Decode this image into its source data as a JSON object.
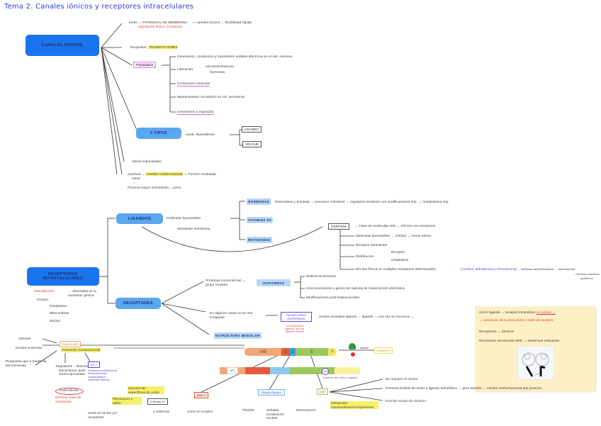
{
  "title": "Tema 2. Canales iónicos y receptores intracelulares",
  "canales": {
    "node": "CANALES IÓNICOS",
    "iones": "Iones → POTENCIAL DE MEMBRANA",
    "iones_arrow": "canales iónicos → flexibilidad rápida",
    "iones_red": "(transporte iónico, constante)",
    "requisitos_label": "Requisitos:",
    "requisitos_hl": "TRÁNSITO IONES",
    "polipeptidos": "Polipéptidos",
    "poli_items": [
      "Generación, conducción y transmisión señales eléctricas en el sist. nervioso",
      "Liberación",
      "neurotransmisores",
      "hormonas",
      "Contracción muscular",
      "Mantenimiento circulación en cél. secretoras",
      "Crecimiento y migración"
    ],
    "tipos_node": "3 TIPOS",
    "tipos_arrow": "canal. dependiente",
    "tipos_boxes": [
      "LIGANDO",
      "VOLTAJE"
    ],
    "varias": "Varias subunidades",
    "apertura": "Apertura",
    "apertura_hl": "Cambio conformacional",
    "apertura_rest": "— Función modulada",
    "apertura_sub1": "canal",
    "apertura_sub2": "↓",
    "apertura_sub3": "Provoca mayor movimiento →iones"
  },
  "ligandos": {
    "node": "LIGANDOS",
    "mol": "moléculas liposolubles",
    "mol_sub": "atraviesan membrana",
    "types": [
      "HORMONAS",
      "VITAMINA D3",
      "RETINOIDES"
    ],
    "hormonas_text": "Esteroideas y tiroideas → precursor colesterol → regulados mediante con modificaciones imp. → metabolismo imp.",
    "cortisol_box": "CORTISOL",
    "cortisol_text": "→ Clase de moléculas más → efectos con receptores",
    "cortisol_items": [
      "Moléculas liposolubles → cortisol → menor efecto",
      "Receptor intracelular",
      "Distribución",
      "Receptor",
      "Citoplasma",
      "Efectos físicos en múltiples receptores determinados"
    ],
    "cortisol_purple": "(Cortisol, aldosterona y testosterona)",
    "cortisol_tail": "→ distintas especificidades → transcripción",
    "cortisol_tail_sub": "↓ diversos procesos genéticos"
  },
  "receptores": {
    "node": "RECEPTORES INTRACELULARES",
    "red": "Transducción",
    "red_sub": "→ diversidad en la expresión génica",
    "grupos": "Grupos:",
    "grupo_items": [
      "Citoplasma",
      "Mitocondrias",
      "Núcleo"
    ],
    "sub_node": "RECEPTORES",
    "ramas": [
      "Proteínas monoméricas → grupo receptor",
      "En algunos casos no se une el ligando",
      "ESTRUCTURA MODULAR"
    ],
    "isoformas": "ISOFORMAS",
    "isoformas_items": [
      "Distinta localización",
      "Usos promotores o genes del splicing de transcripción alternativo",
      "Modificaciones post-traduccionales"
    ],
    "huerfanos_box": "RECEPTORES HUÉRFANOS",
    "huerfanos_red": "no conocemos ligando, aún así ejercen función",
    "huerfanos_text": "Unidos activados ligando → ligando → una vez se reconoce →"
  },
  "note": {
    "line1": "Unión ligando → receptor intracelular",
    "line1_red": "en núcleo →",
    "line2": "→ activación de la estructura y unión de receptor",
    "line3": "Receptores → dímeros",
    "line4": "Reconocen secuencias HRE → elementos respuesta"
  },
  "modular": {
    "segments": [
      "A/B",
      "C",
      "D",
      "E",
      "F"
    ],
    "colors": [
      "#f3a775",
      "#e65a3d",
      "#35a5e8",
      "#9cc85d",
      "#f7e36b"
    ],
    "af1": "AF1",
    "af2": "AF2",
    "ligand_label": "ligando",
    "dominio_f": "Dominio F",
    "dominio_ab": "Dominio A/B",
    "transcripcional": "Activación transcripcional",
    "left_notes": [
      "Variante",
      "Unidad molecular",
      "Respuesta que a través de las hormonas",
      "Regulación ↓ diversos mecanismos post-transcripcionales",
      "Fosforilación",
      "Dominio clave de receptores"
    ],
    "af1_box": "AF-1",
    "af1_purple": "Presenta reclutamiento transcripcional coactivadores ↓ expresión génica",
    "dominio_c_box": "Dom C",
    "dominio_c_hl": "Secuencias específicas de unión",
    "bisagra_box": "2 Dedos Zn",
    "dna_notes": [
      "Reconocen y unión",
      "Unión al núcleo por receptores",
      "4 cisteínas",
      "Unión al receptor"
    ],
    "dom_d_box": "Región Bisagra",
    "dom_d_items": [
      "Flexible",
      "Señales localización nuclear",
      "Dimerización"
    ],
    "dom_e_box": "LBD",
    "dom_e_purple": "Dominio de unión a ligando",
    "dom_e_hl": "Interacción coactivadores/correpresores",
    "right_items": [
      "Se requiere el núcleo",
      "Presenta bolsillo de unión a ligando hidrofóbico → gran tamaño → cambio conformacional que provoca",
      "Función activa vía dominio"
    ]
  }
}
